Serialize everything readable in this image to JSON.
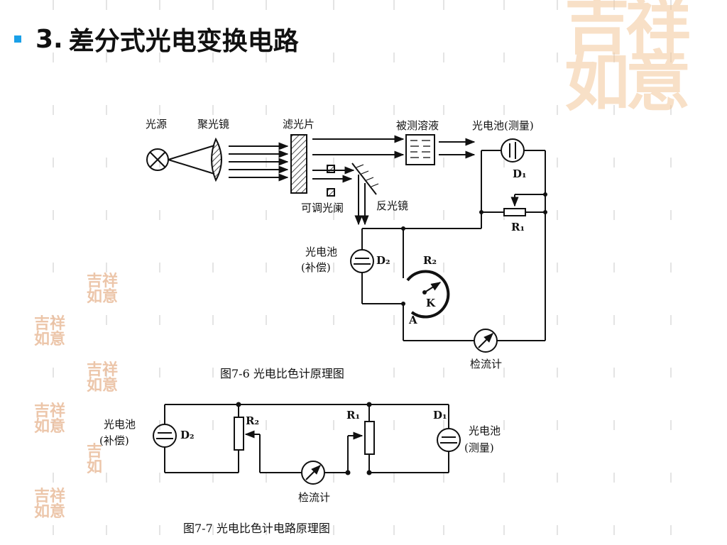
{
  "title": {
    "number": "3.",
    "text": "差分式光电变换电路",
    "bullet_color": "#1aa0e8"
  },
  "watermark": {
    "seal_text": "吉祥如意",
    "color": "#f3c79a"
  },
  "figure_7_6": {
    "caption": "图7-6 光电比色计原理图",
    "labels": {
      "light_source": "光源",
      "condenser": "聚光镜",
      "filter": "滤光片",
      "sample": "被测溶液",
      "cell_measure": "光电池(测量)",
      "d1": "D₁",
      "r1": "R₁",
      "diaphragm": "可调光阑",
      "reflector": "反光镜",
      "cell_comp_line1": "光电池",
      "cell_comp_line2": "(补偿)",
      "d2": "D₂",
      "r2": "R₂",
      "k": "K",
      "a": "A",
      "galvanometer": "检流计"
    }
  },
  "figure_7_7": {
    "caption": "图7-7 光电比色计电路原理图",
    "labels": {
      "cell_comp_line1": "光电池",
      "cell_comp_line2": "(补偿)",
      "d2": "D₂",
      "r2": "R₂",
      "r1": "R₁",
      "d1": "D₁",
      "cell_measure_line1": "光电池",
      "cell_measure_line2": "(测量)",
      "galvanometer": "检流计"
    }
  }
}
